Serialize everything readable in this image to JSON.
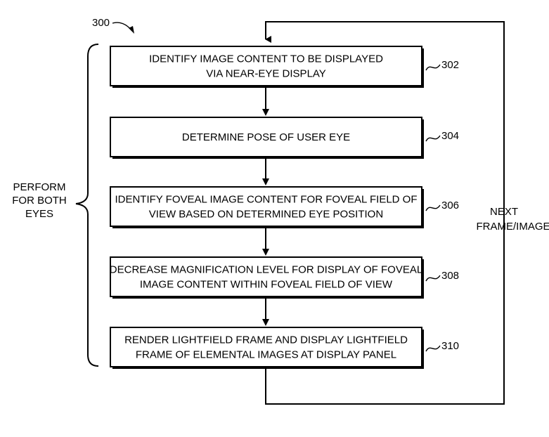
{
  "figure_number": "300",
  "steps": [
    {
      "ref": "302",
      "lines": [
        "IDENTIFY IMAGE CONTENT TO BE DISPLAYED",
        "VIA NEAR-EYE DISPLAY"
      ]
    },
    {
      "ref": "304",
      "lines": [
        "DETERMINE POSE OF USER EYE"
      ]
    },
    {
      "ref": "306",
      "lines": [
        "IDENTIFY FOVEAL IMAGE CONTENT FOR FOVEAL FIELD OF",
        "VIEW BASED ON DETERMINED EYE POSITION"
      ]
    },
    {
      "ref": "308",
      "lines": [
        "DECREASE MAGNIFICATION LEVEL FOR DISPLAY OF FOVEAL",
        "IMAGE CONTENT WITHIN FOVEAL FIELD OF VIEW"
      ]
    },
    {
      "ref": "310",
      "lines": [
        "RENDER LIGHTFIELD FRAME AND DISPLAY LIGHTFIELD",
        "FRAME OF ELEMENTAL IMAGES AT DISPLAY PANEL"
      ]
    }
  ],
  "side_label": [
    "PERFORM",
    "FOR BOTH",
    "EYES"
  ],
  "loop_label": [
    "NEXT",
    "FRAME/IMAGE"
  ]
}
